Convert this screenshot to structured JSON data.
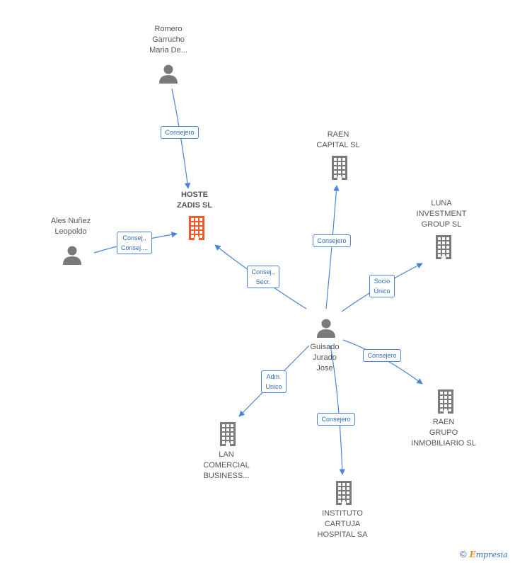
{
  "colors": {
    "edge": "#4a86d8",
    "person": "#7a7a7a",
    "company": "#7a7a7a",
    "focus_company": "#f05a28"
  },
  "nodes": {
    "hoste": {
      "type": "company",
      "icon": "building-icon",
      "lines": [
        "HOSTE",
        "ZADIS SL"
      ]
    },
    "romero": {
      "type": "person",
      "icon": "person-icon",
      "lines": [
        "Romero",
        "Garrucho",
        "Maria De..."
      ]
    },
    "ales": {
      "type": "person",
      "icon": "person-icon",
      "lines": [
        "Ales Nuñez",
        "Leopoldo"
      ]
    },
    "guisado": {
      "type": "person",
      "icon": "person-icon",
      "lines": [
        "Guisado",
        "Jurado",
        "Jose"
      ]
    },
    "raen_capital": {
      "type": "company",
      "icon": "building-icon",
      "lines": [
        "RAEN",
        "CAPITAL SL"
      ]
    },
    "luna": {
      "type": "company",
      "icon": "building-icon",
      "lines": [
        "LUNA",
        "INVESTMENT",
        "GROUP SL"
      ]
    },
    "raen_grupo": {
      "type": "company",
      "icon": "building-icon",
      "lines": [
        "RAEN",
        "GRUPO",
        "INMOBILIARIO SL"
      ]
    },
    "instituto": {
      "type": "company",
      "icon": "building-icon",
      "lines": [
        "INSTITUTO",
        "CARTUJA",
        "HOSPITAL SA"
      ]
    },
    "lan": {
      "type": "company",
      "icon": "building-icon",
      "lines": [
        "LAN",
        "COMERCIAL",
        "BUSINESS..."
      ]
    }
  },
  "edges": [
    {
      "from": "romero",
      "to": "hoste",
      "label": [
        "Consejero"
      ]
    },
    {
      "from": "ales",
      "to": "hoste",
      "label": [
        "Consej.,",
        "Consej...."
      ]
    },
    {
      "from": "guisado",
      "to": "hoste",
      "label": [
        "Consej.,",
        "Secr."
      ]
    },
    {
      "from": "guisado",
      "to": "raen_capital",
      "label": [
        "Consejero"
      ]
    },
    {
      "from": "guisado",
      "to": "luna",
      "label": [
        "Socio",
        "Único"
      ]
    },
    {
      "from": "guisado",
      "to": "raen_grupo",
      "label": [
        "Consejero"
      ]
    },
    {
      "from": "guisado",
      "to": "instituto",
      "label": [
        "Consejero"
      ]
    },
    {
      "from": "guisado",
      "to": "lan",
      "label": [
        "Adm.",
        "Unico"
      ]
    }
  ],
  "footer": {
    "copyright": "©",
    "brand_initial": "E",
    "brand_rest": "mpresia"
  }
}
